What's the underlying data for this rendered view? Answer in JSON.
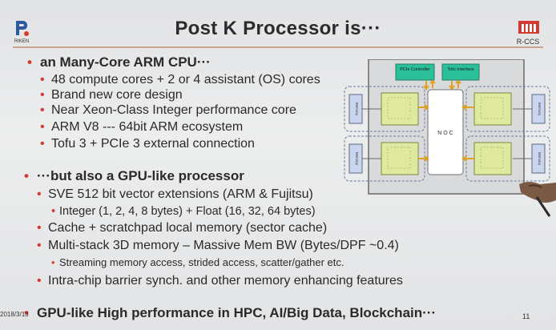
{
  "slide": {
    "title": "Post K Processor is···",
    "left_logo_text": "RIKEN",
    "right_logo_text": "R-CCS",
    "date": "2018/3/13",
    "page_number": "11",
    "accent_color": "#d43a2f"
  },
  "section1": {
    "heading": "an Many-Core ARM CPU···",
    "items": [
      "48 compute cores + 2 or 4 assistant (OS) cores",
      "Brand new core design",
      "Near Xeon-Class Integer performance core",
      "ARM V8 --- 64bit ARM ecosystem",
      "Tofu 3 + PCIe 3 external connection"
    ]
  },
  "section2": {
    "heading": "···but also a GPU-like processor",
    "item_sve": "SVE 512 bit vector extensions (ARM & Fujitsu)",
    "item_sve_sub": "Integer (1, 2, 4, 8 bytes) + Float (16, 32, 64 bytes)",
    "item_cache": "Cache + scratchpad local memory (sector cache)",
    "item_memory": "Multi-stack 3D memory – Massive Mem BW (Bytes/DPF ~0.4)",
    "item_memory_sub": "Streaming memory access, strided access, scatter/gather etc.",
    "item_barrier": "Intra-chip barrier synch. and other memory enhancing features"
  },
  "conclusion": "GPU-like High performance in HPC, AI/Big Data, Blockchain···",
  "diagram": {
    "pcie_label": "PCIe Controller",
    "tofu_label": "Tofu Interface",
    "noc_label": "N O C",
    "memory_label": "Memory",
    "colors": {
      "green_box": "#2bbf9a",
      "core_fill": "#dfeaa0",
      "core_border": "#7a8a3a"
    }
  }
}
